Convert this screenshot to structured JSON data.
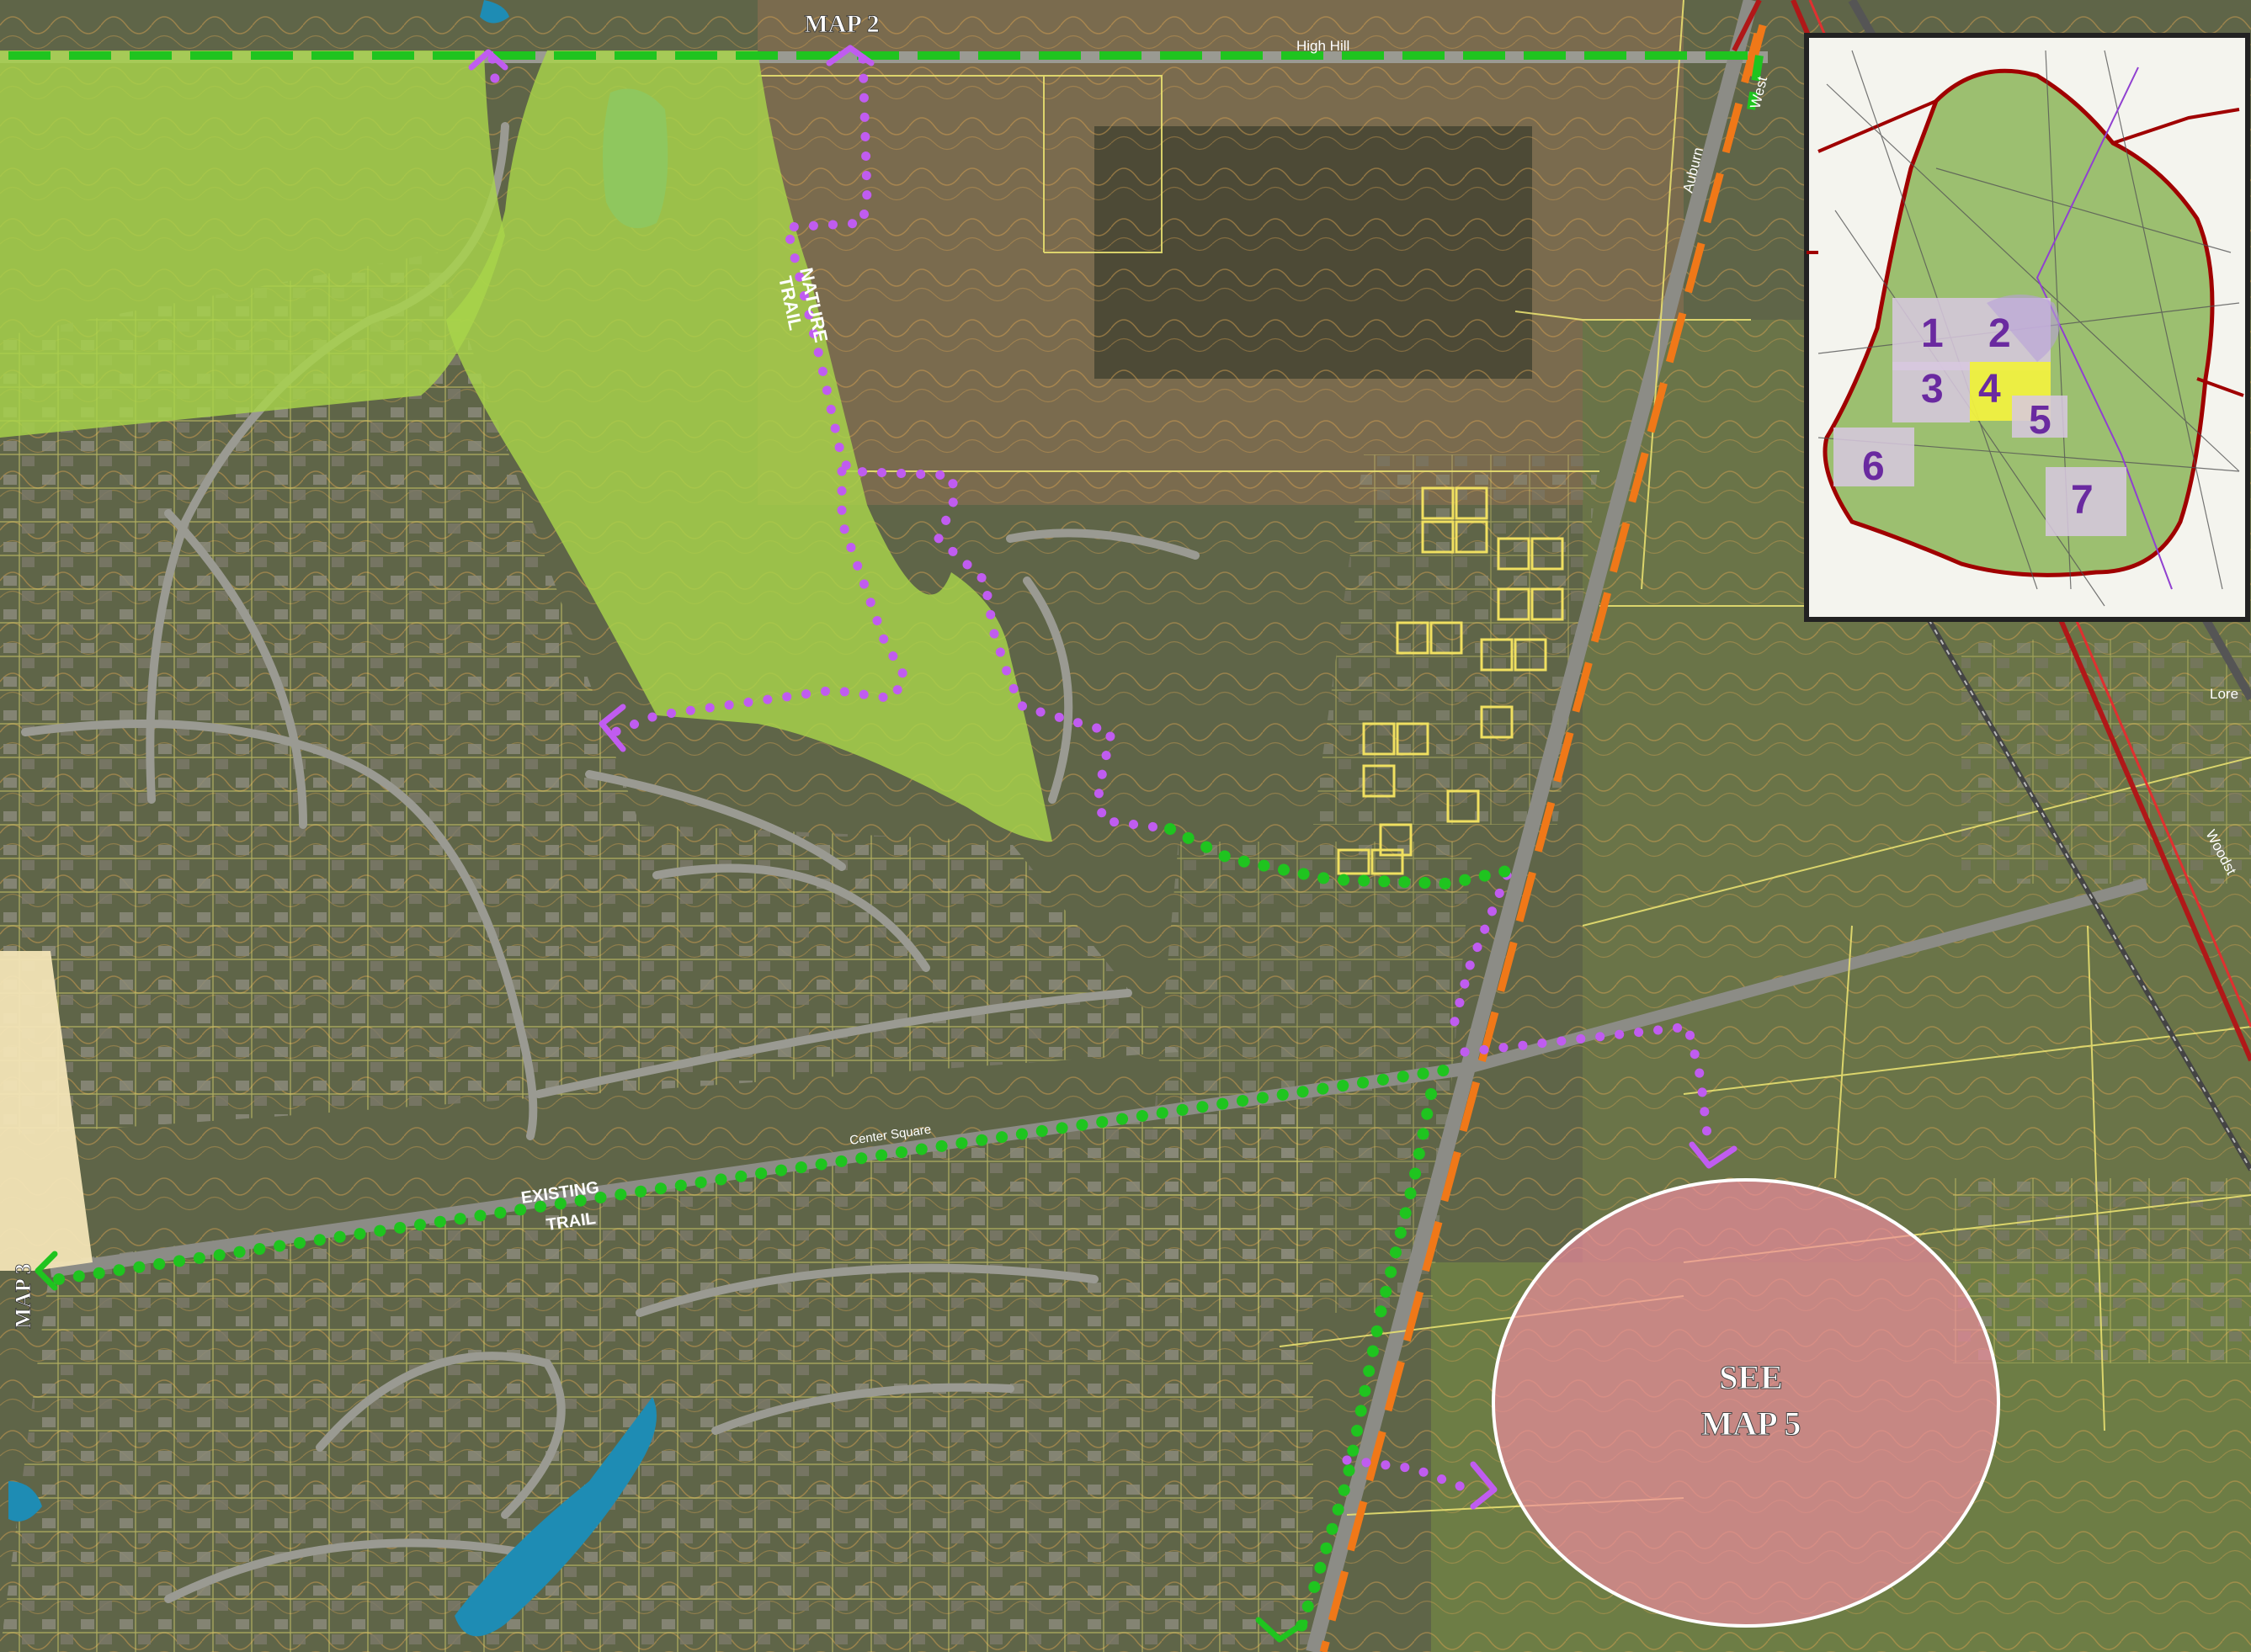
{
  "labels": {
    "map2": "MAP 2",
    "map3": "MAP 3",
    "nature_trail_1": "NATURE",
    "nature_trail_2": "TRAIL",
    "existing_trail_1": "EXISTING",
    "existing_trail_2": "TRAIL",
    "see_map5_1": "SEE",
    "see_map5_2": "MAP 5"
  },
  "roads": {
    "high_hill": "High Hill",
    "auburn": "Auburn",
    "center_square": "Center Square",
    "west": "West",
    "lore": "Lore",
    "woodst": "Woodst"
  },
  "inset": {
    "sections": [
      "1",
      "2",
      "3",
      "4",
      "5",
      "6",
      "7"
    ],
    "highlighted": "4"
  },
  "colors": {
    "park_green": "#a8d44a",
    "trail_green": "#1fc41f",
    "trail_purple": "#c05cf0",
    "orange_road": "#f07818",
    "highlight_circle": "#f08ca0",
    "parcel_line": "#e8e070",
    "inset_border": "#a00000",
    "inset_green": "#9cbf70"
  }
}
